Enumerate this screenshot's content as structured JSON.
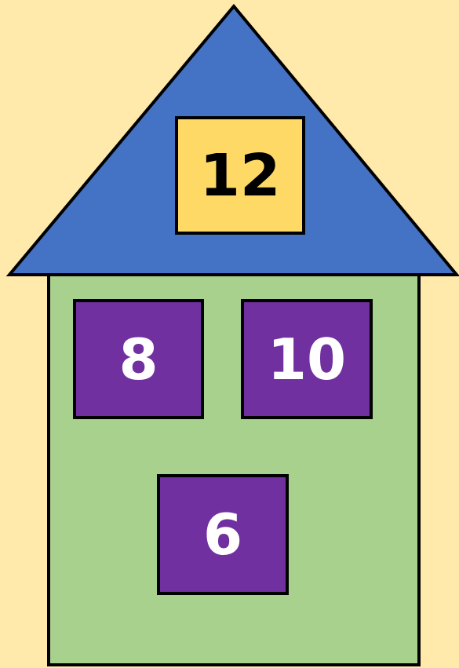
{
  "house": {
    "roof_number": "12",
    "body_numbers": [
      "8",
      "10",
      "6"
    ]
  },
  "colors": {
    "background": "#FFE9AB",
    "roof": "#4472C4",
    "walls": "#A9D18E",
    "roof_box": "#FFD966",
    "body_box": "#7030A0",
    "roof_text": "#000000",
    "body_text": "#FFFFFF"
  }
}
